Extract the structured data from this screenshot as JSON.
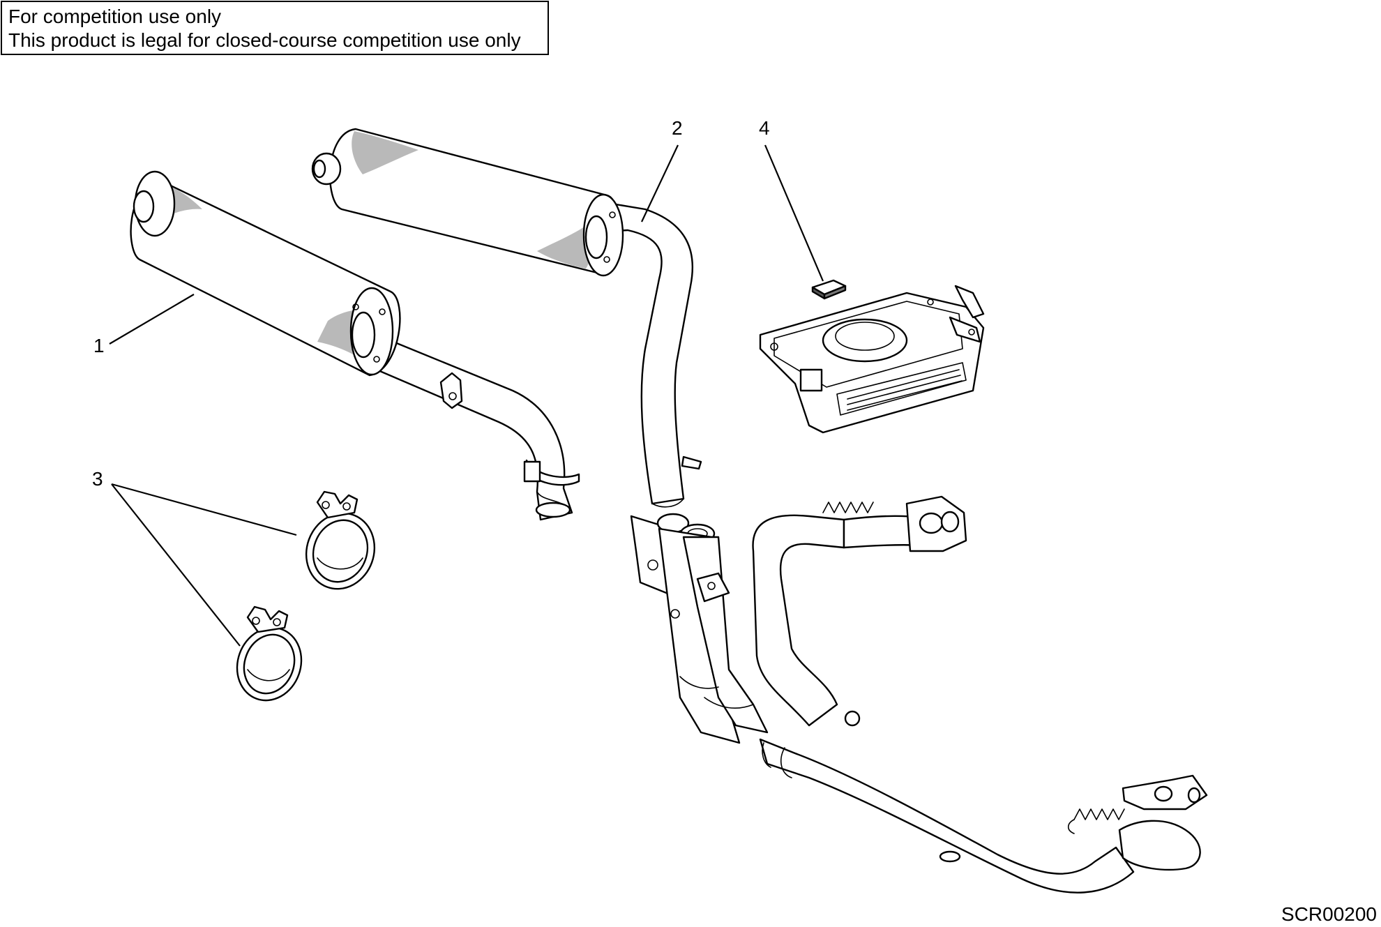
{
  "notice": {
    "line1": "For competition use only",
    "line2": "This product is legal for closed-course competition use only"
  },
  "callouts": {
    "c1": "1",
    "c2": "2",
    "c3": "3",
    "c4": "4"
  },
  "drawing_code": "SCR00200"
}
